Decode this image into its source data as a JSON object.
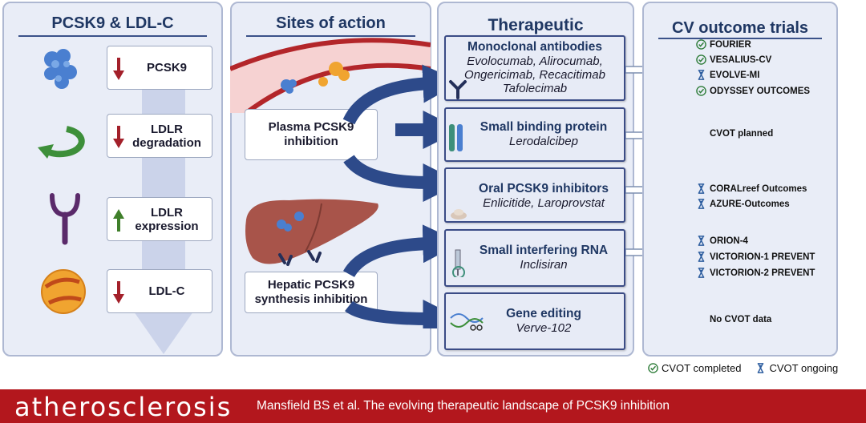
{
  "panels": {
    "p1_title": "PCSK9 & LDL-C",
    "p2_title": "Sites of action",
    "p3_title": "Therapeutic approaches",
    "p4_title": "CV outcome trials"
  },
  "ldl_chain": [
    {
      "label": "PCSK9",
      "direction": "down"
    },
    {
      "label": "LDLR degradation",
      "direction": "down"
    },
    {
      "label": "LDLR expression",
      "direction": "up"
    },
    {
      "label": "LDL-C",
      "direction": "down"
    }
  ],
  "sites": {
    "plasma": "Plasma PCSK9 inhibition",
    "hepatic": "Hepatic PCSK9 synthesis inhibition"
  },
  "therapies": [
    {
      "heading": "Monoclonal antibodies",
      "agents": "Evolocumab, Alirocumab, Ongericimab, Recacitimab Tafolecimab"
    },
    {
      "heading": "Small binding protein",
      "agents": "Lerodalcibep"
    },
    {
      "heading": "Oral PCSK9 inhibitors",
      "agents": "Enlicitide, Laroprovstat"
    },
    {
      "heading": "Small interfering RNA",
      "agents": "Inclisiran"
    },
    {
      "heading": "Gene editing",
      "agents": "Verve-102"
    }
  ],
  "trials": {
    "mab": [
      {
        "name": "FOURIER",
        "status": "completed"
      },
      {
        "name": "VESALIUS-CV",
        "status": "completed"
      },
      {
        "name": "EVOLVE-MI",
        "status": "ongoing"
      },
      {
        "name": "ODYSSEY OUTCOMES",
        "status": "completed"
      }
    ],
    "binding_protein_note": "CVOT planned",
    "oral": [
      {
        "name": "CORALreef Outcomes",
        "status": "ongoing"
      },
      {
        "name": "AZURE-Outcomes",
        "status": "ongoing"
      }
    ],
    "sirna": [
      {
        "name": "ORION-4",
        "status": "ongoing"
      },
      {
        "name": "VICTORION-1 PREVENT",
        "status": "ongoing"
      },
      {
        "name": "VICTORION-2 PREVENT",
        "status": "ongoing"
      }
    ],
    "gene_note": "No CVOT data"
  },
  "legend": {
    "completed": "CVOT completed",
    "ongoing": "CVOT ongoing"
  },
  "footer": {
    "journal": "atherosclerosis",
    "citation": "Mansfield BS et al. The evolving therapeutic landscape of PCSK9 inhibition"
  },
  "colors": {
    "down_arrow": "#a3202a",
    "up_arrow": "#3f7f2a",
    "flow_arrow": "#2d4a8a",
    "footer": "#b3171d",
    "title": "#1f3763"
  }
}
